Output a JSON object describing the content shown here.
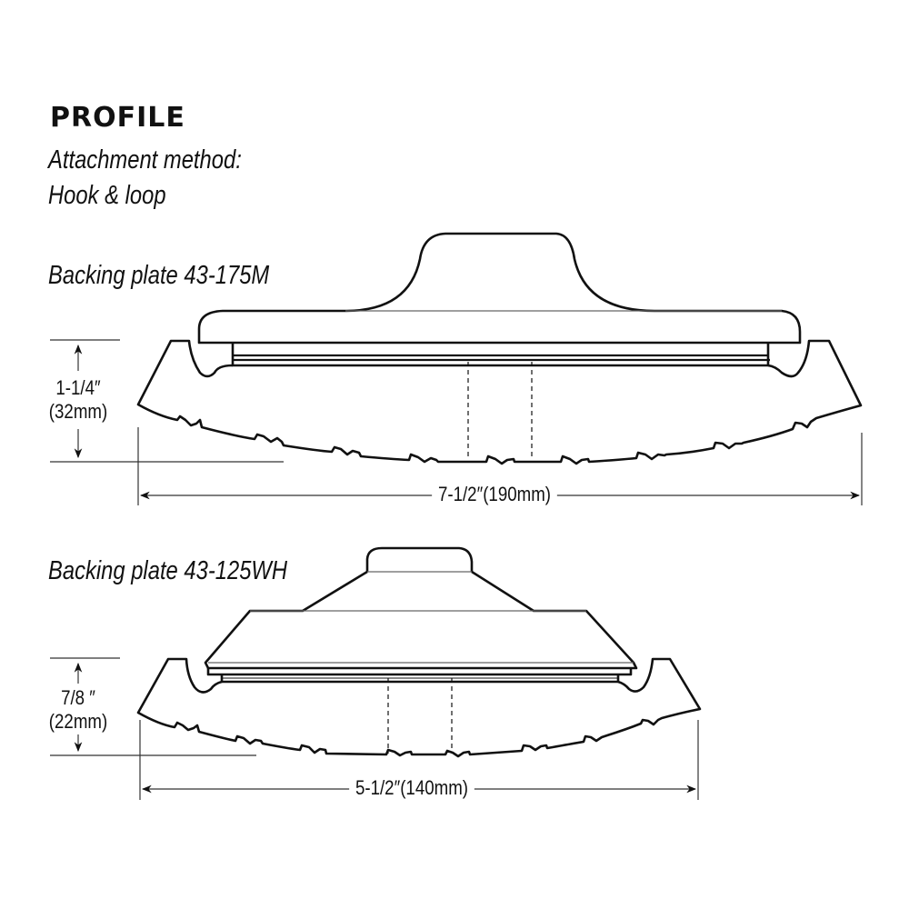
{
  "header": {
    "title": "PROFILE",
    "attachment_line1": "Attachment method:",
    "attachment_line2": "Hook & loop"
  },
  "plates": [
    {
      "label": "Backing plate 43-175M",
      "height_imperial": "1-1/4″",
      "height_metric": "(32mm)",
      "width_label": "7-1/2″(190mm)"
    },
    {
      "label": "Backing plate 43-125WH",
      "height_imperial": "7/8 ″",
      "height_metric": "(22mm)",
      "width_label": "5-1/2″(140mm)"
    }
  ],
  "colors": {
    "line": "#111111",
    "thin_line": "#555555",
    "background": "#ffffff"
  }
}
